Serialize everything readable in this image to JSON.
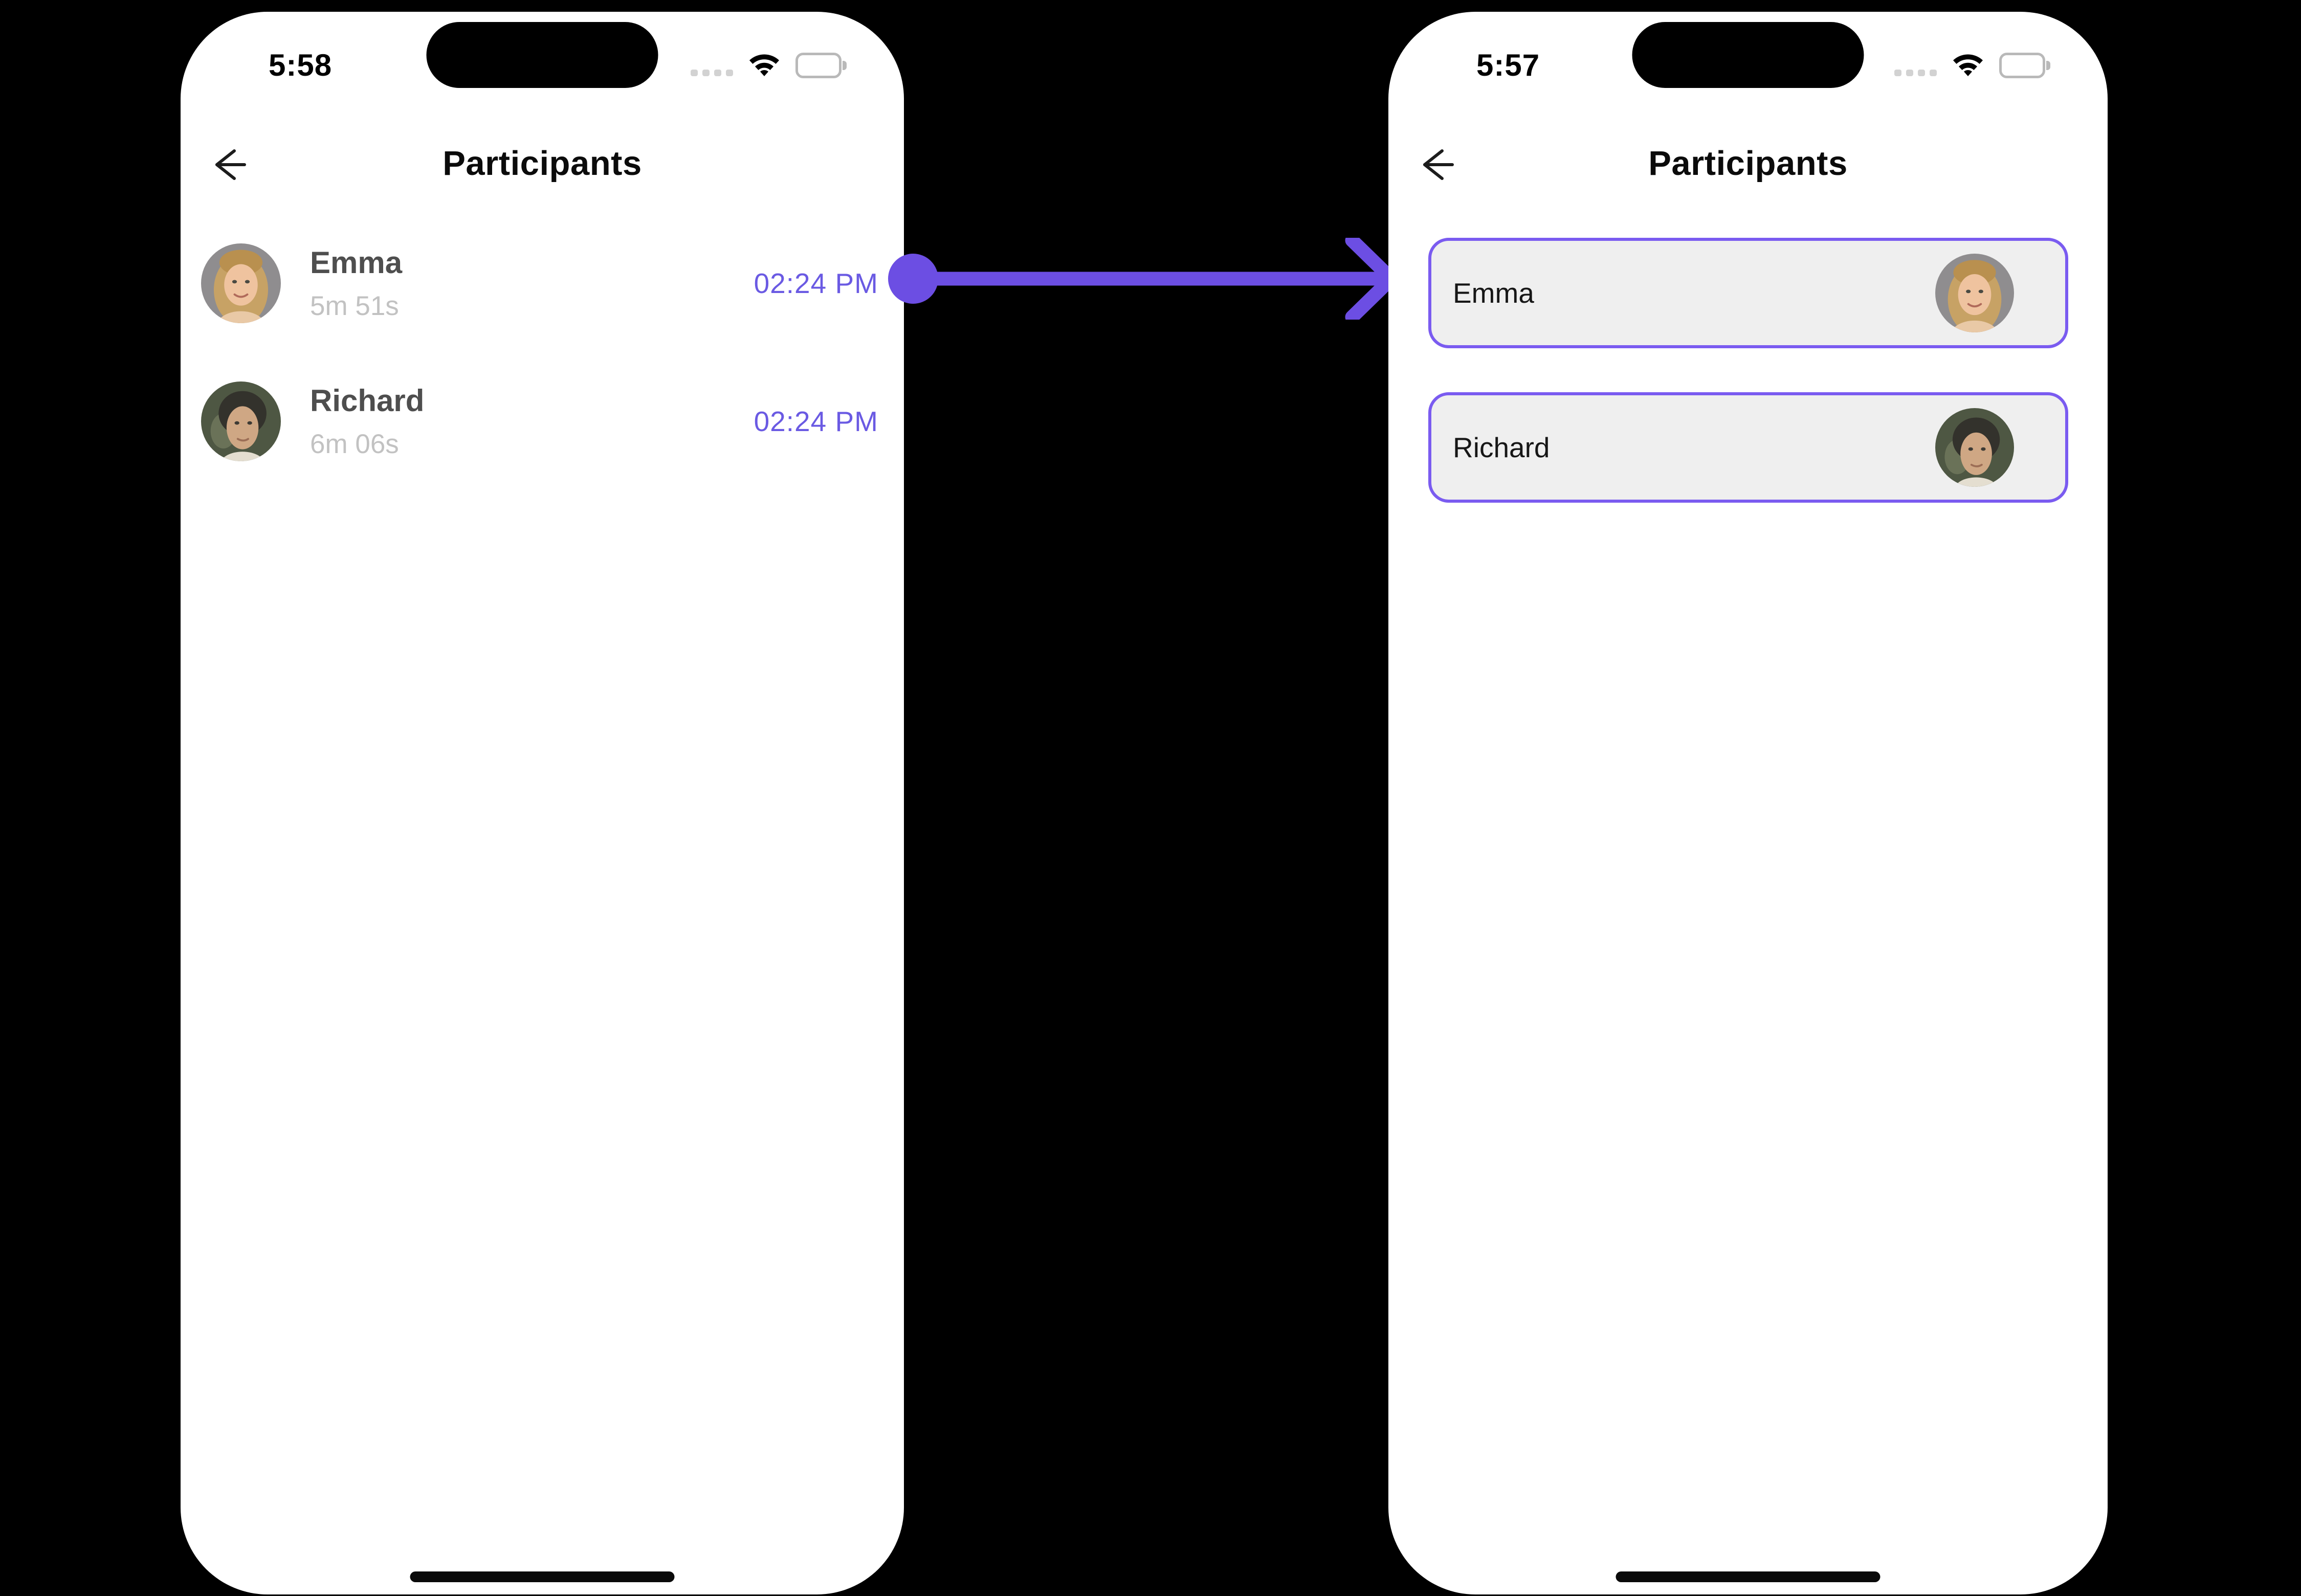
{
  "colors": {
    "canvas_background": "#000000",
    "accent_arrow": "#6c4ee3",
    "joined_time_text": "#6a5ae3",
    "card_border": "#7a5bf0",
    "card_background": "#efefef",
    "participant_name": "#4e4e4e",
    "duration_text": "#c2c2c2",
    "phone_background": "#ffffff"
  },
  "icons": {
    "back": "arrow-left-icon",
    "cellular": "cellular-signal-icon",
    "wifi": "wifi-icon",
    "battery": "battery-icon"
  },
  "phones": [
    {
      "status_bar": {
        "time": "5:58"
      },
      "header": {
        "title": "Participants"
      },
      "participants": [
        {
          "name": "Emma",
          "duration": "5m 51s",
          "joined_time": "02:24 PM",
          "avatar": "emma"
        },
        {
          "name": "Richard",
          "duration": "6m 06s",
          "joined_time": "02:24 PM",
          "avatar": "richard"
        }
      ]
    },
    {
      "status_bar": {
        "time": "5:57"
      },
      "header": {
        "title": "Participants"
      },
      "cards": [
        {
          "name": "Emma",
          "avatar": "emma"
        },
        {
          "name": "Richard",
          "avatar": "richard"
        }
      ]
    }
  ]
}
